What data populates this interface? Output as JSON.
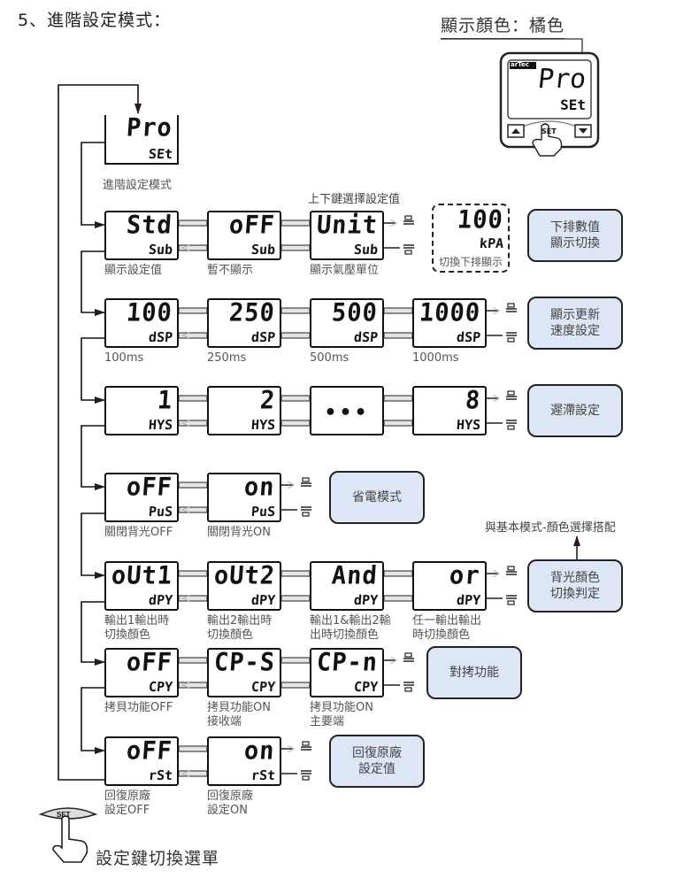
{
  "page": {
    "title": "5、進階設定模式：",
    "color_note": "顯示顏色：橘色"
  },
  "device": {
    "brand": "arTec",
    "main_display": "Pro",
    "sub_display": "SEt",
    "buttons": [
      "▲",
      "SET",
      "▼"
    ]
  },
  "entry": {
    "main": "Pro",
    "sub": "SEt",
    "label": "進階設定模式"
  },
  "notes": {
    "updown_select": "上下鍵選擇設定值",
    "combine_basic": "與基本模式-顏色選擇搭配",
    "set_key_hint": "設定鍵切換選單"
  },
  "rows": [
    {
      "name": "sub-display",
      "callout": "下排數值\n顯示切換",
      "items": [
        {
          "main": "Std",
          "sub": "Sub",
          "label": "顯示設定值"
        },
        {
          "main": "oFF",
          "sub": "Sub",
          "label": "暫不顯示"
        },
        {
          "main": "Unit",
          "sub": "Sub",
          "label": "顯示氣壓單位"
        }
      ],
      "preview": {
        "main": "100",
        "sub": "kPA",
        "label": "切換下排顯示"
      }
    },
    {
      "name": "display-speed",
      "callout": "顯示更新\n速度設定",
      "items": [
        {
          "main": "100",
          "sub": "dSP",
          "label": "100ms"
        },
        {
          "main": "250",
          "sub": "dSP",
          "label": "250ms"
        },
        {
          "main": "500",
          "sub": "dSP",
          "label": "500ms"
        },
        {
          "main": "1000",
          "sub": "dSP",
          "label": "1000ms"
        }
      ]
    },
    {
      "name": "hysteresis",
      "callout": "遲滯設定",
      "items": [
        {
          "main": "1",
          "sub": "HYS",
          "label": ""
        },
        {
          "main": "2",
          "sub": "HYS",
          "label": ""
        },
        {
          "main": "•••",
          "sub": "",
          "label": ""
        },
        {
          "main": "8",
          "sub": "HYS",
          "label": ""
        }
      ]
    },
    {
      "name": "power-save",
      "callout": "省電模式",
      "items": [
        {
          "main": "oFF",
          "sub": "PuS",
          "label": "關閉背光OFF"
        },
        {
          "main": "on",
          "sub": "PuS",
          "label": "關閉背光ON"
        }
      ]
    },
    {
      "name": "backlight-color",
      "callout": "背光顏色\n切換判定",
      "items": [
        {
          "main": "oUt1",
          "sub": "dPY",
          "label": "輸出1輸出時\n切換顏色"
        },
        {
          "main": "oUt2",
          "sub": "dPY",
          "label": "輸出2輸出時\n切換顏色"
        },
        {
          "main": "And",
          "sub": "dPY",
          "label": "輸出1&輸出2輸\n出時切換顏色"
        },
        {
          "main": "or",
          "sub": "dPY",
          "label": "任一輸出輸出\n時切換顏色"
        }
      ]
    },
    {
      "name": "copy-function",
      "callout": "對拷功能",
      "items": [
        {
          "main": "oFF",
          "sub": "CPY",
          "label": "拷貝功能OFF"
        },
        {
          "main": "CP-S",
          "sub": "CPY",
          "label": "拷貝功能ON\n接收端"
        },
        {
          "main": "CP-n",
          "sub": "CPY",
          "label": "拷貝功能ON\n主要端"
        }
      ]
    },
    {
      "name": "factory-reset",
      "callout": "回復原廠\n設定值",
      "items": [
        {
          "main": "oFF",
          "sub": "rSt",
          "label": "回復原廠\n設定OFF"
        },
        {
          "main": "on",
          "sub": "rSt",
          "label": "回復原廠\n設定ON"
        }
      ]
    }
  ],
  "icons": {
    "up_key": "up-key-icon",
    "down_key": "down-key-icon",
    "set_finger": "finger-press-set-icon"
  }
}
